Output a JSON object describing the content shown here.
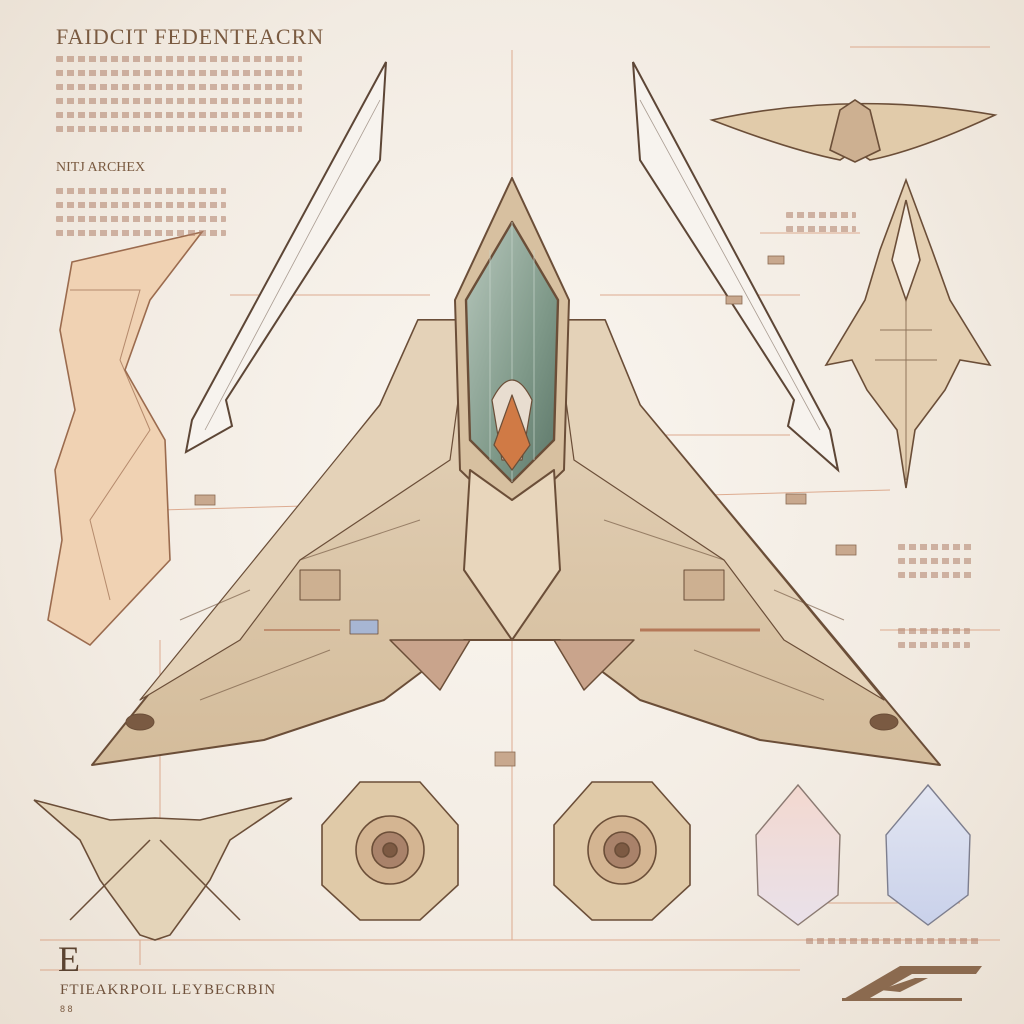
{
  "sheet": {
    "title": "FAIDCIT FEDENTEACRN",
    "subtitle": "NITJ ARCHEX",
    "corner_letter": "E",
    "footer_text": "FTIEAKRPOIL LEYBECRBIN",
    "footer_number": "8 8"
  },
  "colors": {
    "paper": "#f3ece3",
    "hull": "#dcc6a8",
    "hull_dark": "#c4a886",
    "line": "#6b4e38",
    "accent_orange": "#d07a45",
    "canopy": "#7e9889"
  },
  "icons": [
    "logo-icon"
  ]
}
